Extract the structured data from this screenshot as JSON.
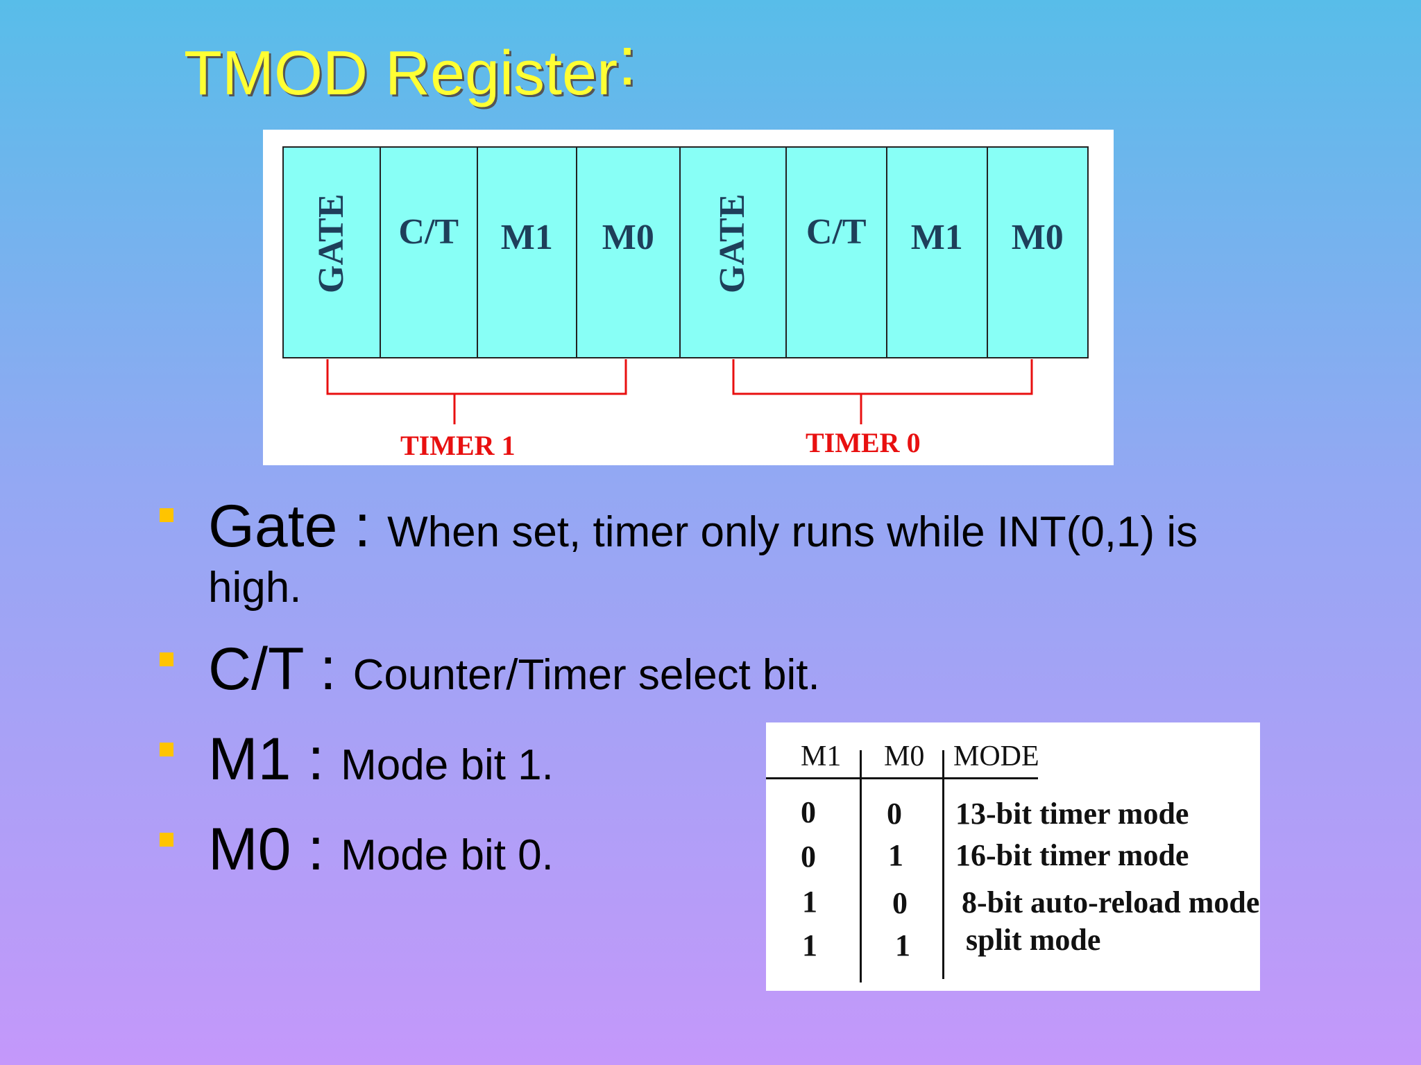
{
  "title": {
    "text": "TMOD Register",
    "colon": ":"
  },
  "register": {
    "cells": [
      "GATE",
      "C/T",
      "M1",
      "M0",
      "GATE",
      "C/T",
      "M1",
      "M0"
    ],
    "groups": [
      "TIMER 1",
      "TIMER 0"
    ]
  },
  "bullets": [
    {
      "term": "Gate",
      "sep": " : ",
      "desc": "When set, timer  only runs while INT(0,1) is",
      "desc_cont": "high."
    },
    {
      "term": "C/T",
      "sep": " : ",
      "desc": "Counter/Timer select bit."
    },
    {
      "term": "M1",
      "sep": " : ",
      "desc": "Mode bit 1."
    },
    {
      "term": "M0",
      "sep": " : ",
      "desc": "Mode bit 0."
    }
  ],
  "mode_table": {
    "headers": [
      "M1",
      "M0",
      "MODE"
    ],
    "rows": [
      {
        "m1": "0",
        "m0": "0",
        "mode": "13-bit timer mode"
      },
      {
        "m1": "0",
        "m0": "1",
        "mode": "16-bit timer mode"
      },
      {
        "m1": "1",
        "m0": "0",
        "mode": "8-bit auto-reload mode"
      },
      {
        "m1": "1",
        "m0": "1",
        "mode": "split mode"
      }
    ]
  },
  "colors": {
    "title": "#ffff33",
    "bullet": "#ffc400",
    "cell_fill": "#88fff6",
    "cell_text": "#1e3f5a",
    "bracket": "#e81010"
  }
}
